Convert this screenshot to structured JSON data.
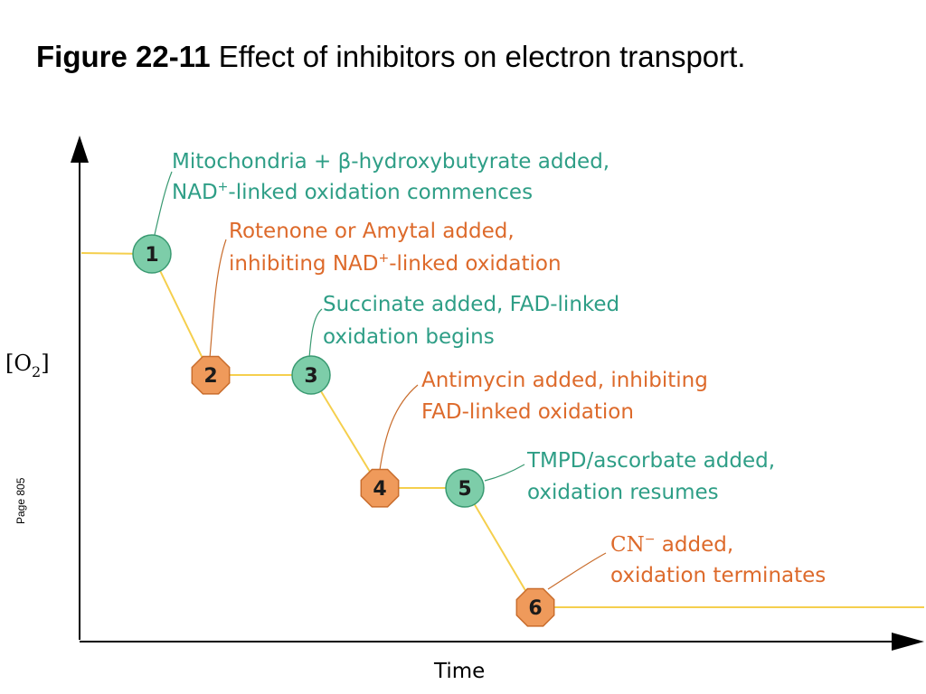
{
  "title": {
    "figure_label": "Figure 22-11",
    "caption": "Effect of inhibitors on electron transport."
  },
  "page_note": "Page 805",
  "axes": {
    "y_label_main": "[O",
    "y_label_sub": "2",
    "y_label_close": "]",
    "x_label": "Time"
  },
  "colors": {
    "trace": "#f5cf4d",
    "green_node": "#7dcda9",
    "green_stroke": "#3a9a72",
    "green_text": "#2e9e86",
    "orange_node": "#ef9a5b",
    "orange_stroke": "#c96d2d",
    "orange_text": "#dd6a2b",
    "axis": "#000000"
  },
  "steps": [
    {
      "number": "1",
      "kind": "green",
      "line1": "Mitochondria + β-hydroxybutyrate added,",
      "line2_pre": "NAD",
      "line2_sup": "+",
      "line2_post": "-linked oxidation commences"
    },
    {
      "number": "2",
      "kind": "orange",
      "line1": "Rotenone or Amytal added,",
      "line2_pre": "inhibiting NAD",
      "line2_sup": "+",
      "line2_post": "-linked oxidation"
    },
    {
      "number": "3",
      "kind": "green",
      "line1": "Succinate added, FAD-linked",
      "line2": "oxidation begins"
    },
    {
      "number": "4",
      "kind": "orange",
      "line1": "Antimycin added, inhibiting",
      "line2": "FAD-linked oxidation"
    },
    {
      "number": "5",
      "kind": "green",
      "line1": "TMPD/ascorbate added,",
      "line2": "oxidation resumes"
    },
    {
      "number": "6",
      "kind": "orange",
      "line1_pre": "CN",
      "line1_sup": "−",
      "line1_post": " added,",
      "line2": "oxidation terminates"
    }
  ]
}
